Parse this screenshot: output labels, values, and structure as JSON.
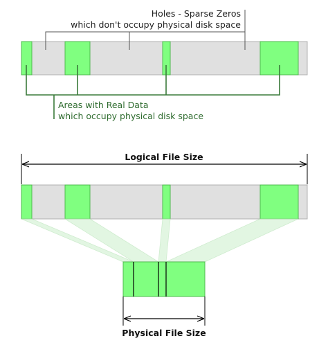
{
  "labels": {
    "holes_line1": "Holes - Sparse Zeros",
    "holes_line2": "which don't occupy physical disk space",
    "data_line1": "Areas with Real Data",
    "data_line2": "which occupy physical disk space",
    "logical_size": "Logical File Size",
    "physical_size": "Physical File Size"
  },
  "colors": {
    "data_fill": "#80ff80",
    "data_stroke": "#4fb84f",
    "hole_fill": "#e0e0e0",
    "hole_stroke": "#b0b0b0",
    "data_annotation": "#3a7a3a",
    "hole_annotation": "#555555",
    "projection": "#cfeecf",
    "outline": "#000000"
  }
}
